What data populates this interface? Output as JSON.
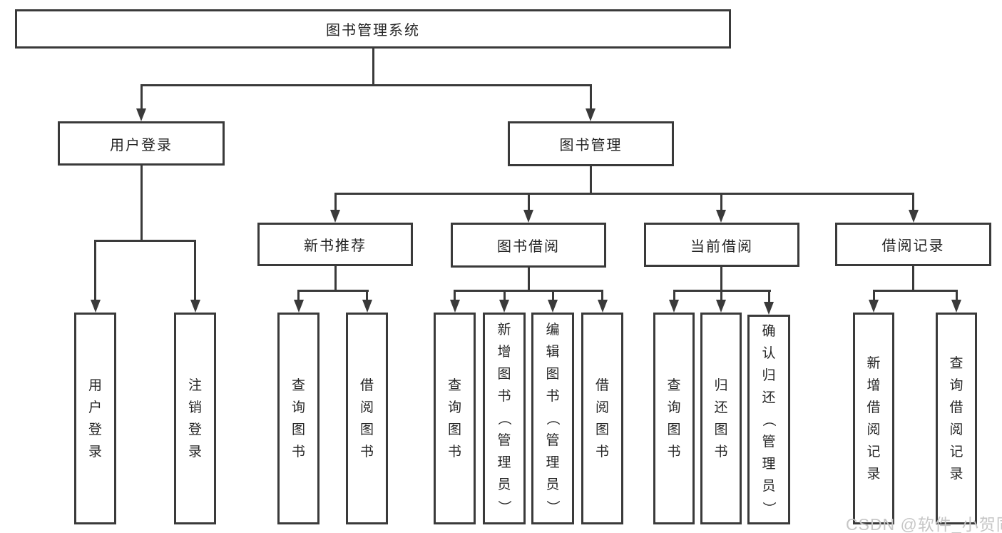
{
  "tree": {
    "root": "图书管理系统",
    "branches": [
      {
        "label": "用户登录",
        "children": [
          "用户登录",
          "注销登录"
        ]
      },
      {
        "label": "图书管理",
        "groups": [
          {
            "label": "新书推荐",
            "children": [
              "查询图书",
              "借阅图书"
            ]
          },
          {
            "label": "图书借阅",
            "children": [
              "查询图书",
              "新增图书（管理员）",
              "编辑图书（管理员）",
              "借阅图书"
            ]
          },
          {
            "label": "当前借阅",
            "children": [
              "查询图书",
              "归还图书",
              "确认归还（管理员）"
            ]
          },
          {
            "label": "借阅记录",
            "children": [
              "新增借阅记录",
              "查询借阅记录"
            ]
          }
        ]
      }
    ]
  },
  "watermark": "CSDN @软件_小贺同学",
  "colors": {
    "line": "#3a3a3a",
    "text": "#262626",
    "watermark": "#c6c6c6",
    "background": "#ffffff"
  }
}
